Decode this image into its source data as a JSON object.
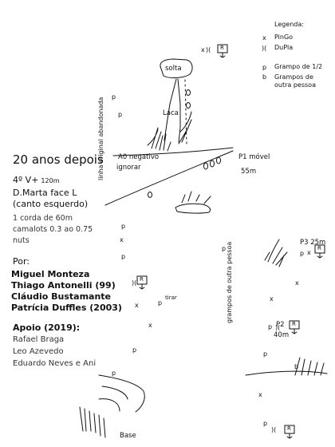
{
  "route": {
    "title": "20 anos depois",
    "grade": "4º V+",
    "length": "120m",
    "face": "D.Marta face L",
    "corner": "(canto esquerdo)",
    "rope": "1 corda de 60m",
    "cams_line1": "camalots 0.3 ao 0.75",
    "cams_line2": "nuts"
  },
  "credits": {
    "por_label": "Por:",
    "names": [
      "Miguel Monteza",
      "Thiago Antonelli (99)",
      "Cláudio Bustamante",
      "Patrícia Duffles (2003)"
    ],
    "apoio_label": "Apoio (2019):",
    "supporters": [
      "Rafael Braga",
      "Leo Azevedo",
      "Eduardo Neves e Ani"
    ]
  },
  "legend": {
    "title": "Legenda:",
    "items": [
      {
        "symbol": "x",
        "label": "PinGo"
      },
      {
        "symbol": ")(",
        "label": "DuPla"
      },
      {
        "symbol": "p",
        "label": "Grampo de 1/2"
      },
      {
        "symbol": "b",
        "label": "Grampos de outra pessoa"
      }
    ]
  },
  "labels": {
    "solta": "solta",
    "laca": "Laca",
    "a0": "A0 negativo",
    "ignorar": "ignorar",
    "p1": "P1 móvel",
    "p1_len": "55m",
    "p2": "P2",
    "p2_len": "40m",
    "p3": "P3 25m",
    "tirar": "tirar",
    "base": "Base",
    "abandoned_line": "linha original abandonada",
    "other_bolts": "grampos de outra pessoa",
    "rappel_R": "R"
  },
  "markers": {
    "pingo": "x",
    "grampo": "p",
    "outra_pessoa": "b",
    "dupla": ")("
  }
}
